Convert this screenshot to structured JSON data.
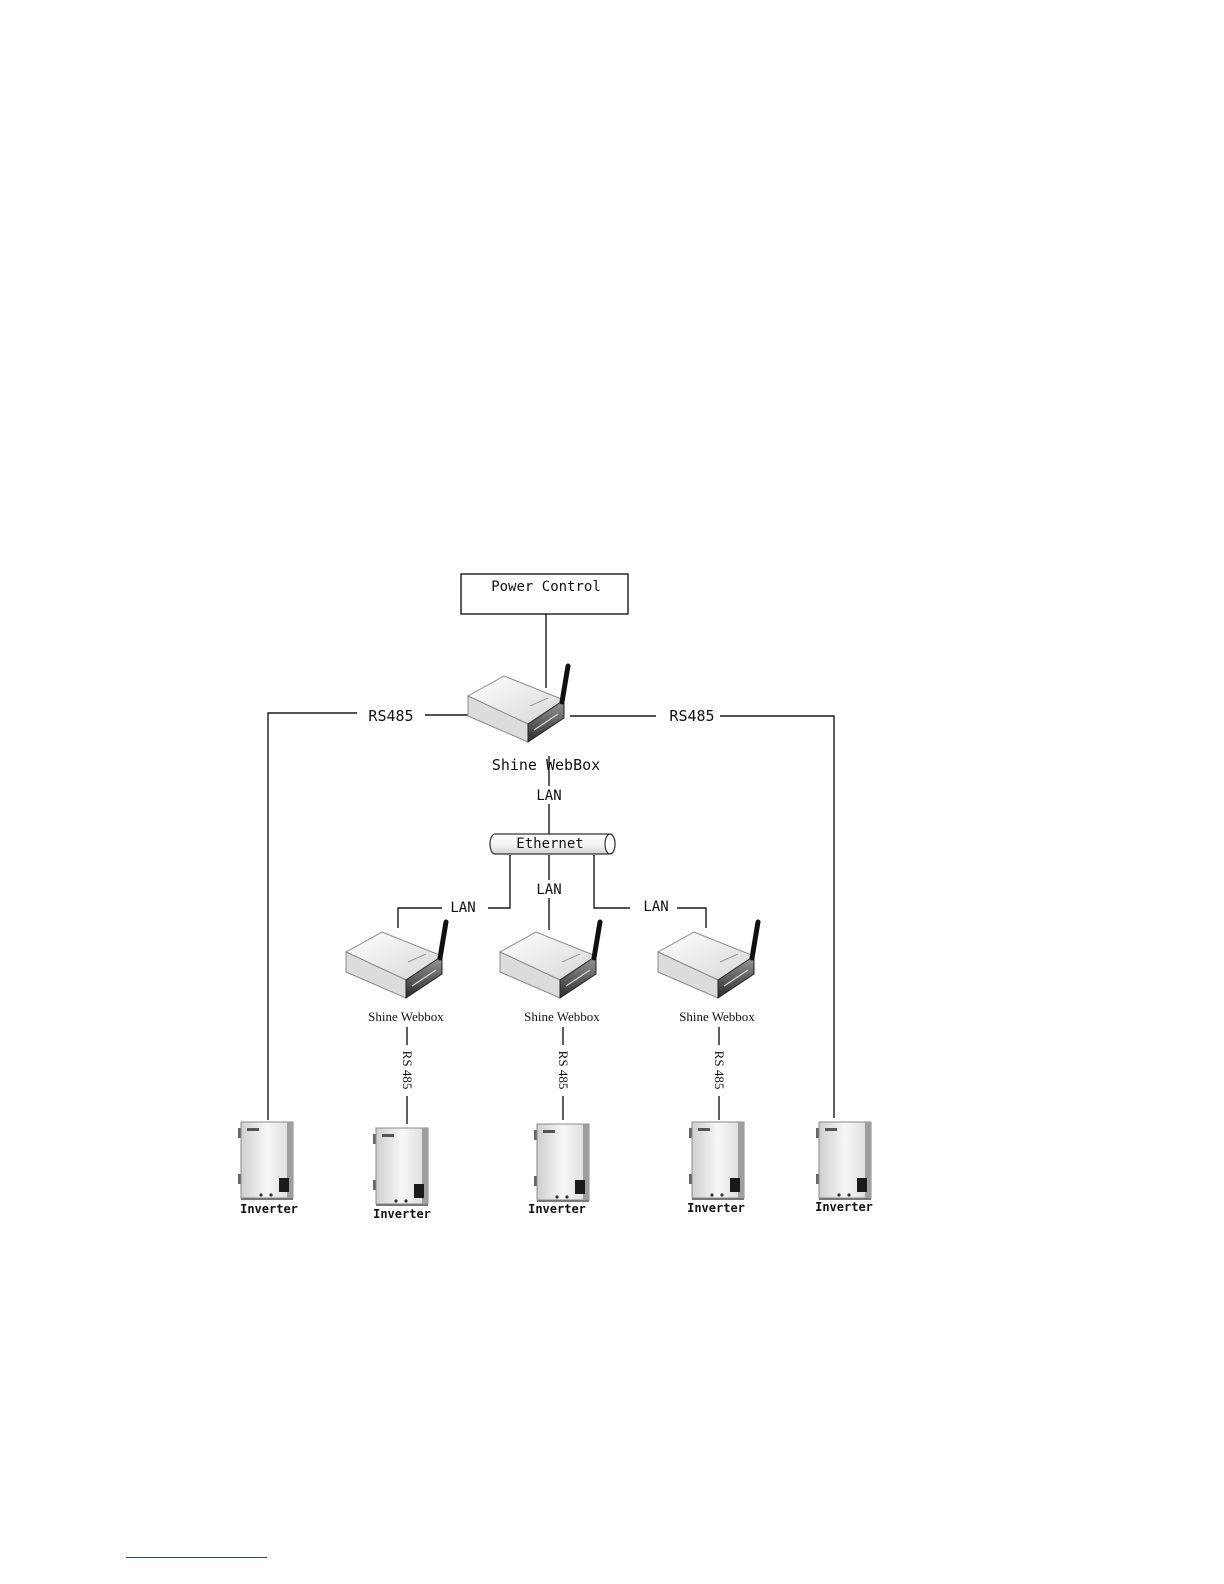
{
  "diagram": {
    "power_control": "Power Control",
    "main_webbox": "Shine WebBox",
    "links": {
      "rs485_left": "RS485",
      "rs485_right": "RS485",
      "lan_main": "LAN",
      "lan_left": "LAN",
      "lan_center": "LAN",
      "lan_right": "LAN",
      "rs485_vertical": "RS 485"
    },
    "ethernet": "Ethernet",
    "sub_webboxes": [
      "Shine Webbox",
      "Shine Webbox",
      "Shine Webbox"
    ],
    "inverters": [
      "Inverter",
      "Inverter",
      "Inverter",
      "Inverter",
      "Inverter"
    ]
  },
  "icons": {
    "webbox": "wireless-router-icon",
    "inverter": "solar-inverter-icon"
  }
}
